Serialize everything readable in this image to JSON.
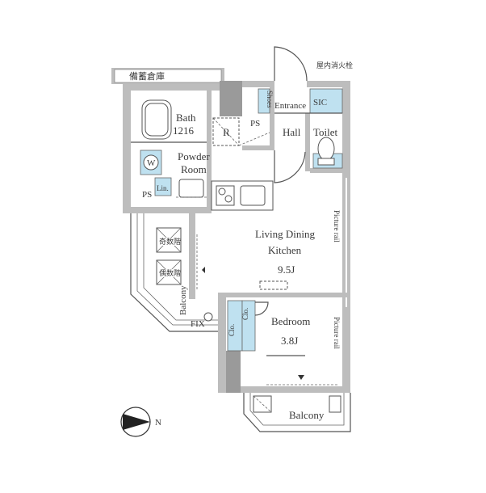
{
  "labels": {
    "bath": "Bath",
    "bath_size": "1216",
    "powder_room_line1": "Powder",
    "powder_room_line2": "Room",
    "washer": "W",
    "linen": "Lin.",
    "ps_left": "PS",
    "ps_top": "PS",
    "refrigerator": "R",
    "entrance": "Entrance",
    "shoes": "Shoes",
    "sic": "SIC",
    "hall": "Hall",
    "toilet": "Toilet",
    "storage_top_left": "備蓄倉庫",
    "hydrant_top_right": "屋内消火栓",
    "ldk_line1": "Living Dining",
    "ldk_line2": "Kitchen",
    "ldk_size": "9.5J",
    "picture_rail_ldk": "Picture rail",
    "picture_rail_bedroom": "Picture rail",
    "bedroom": "Bedroom",
    "bedroom_size": "3.8J",
    "closet_a": "Clo.",
    "closet_b": "Clo.",
    "balcony_left": "Balcony",
    "balcony_bottom": "Balcony",
    "fix": "FIX",
    "ac_unit_odd": "奇数階",
    "ac_unit_even": "偶数階",
    "north": "N"
  }
}
